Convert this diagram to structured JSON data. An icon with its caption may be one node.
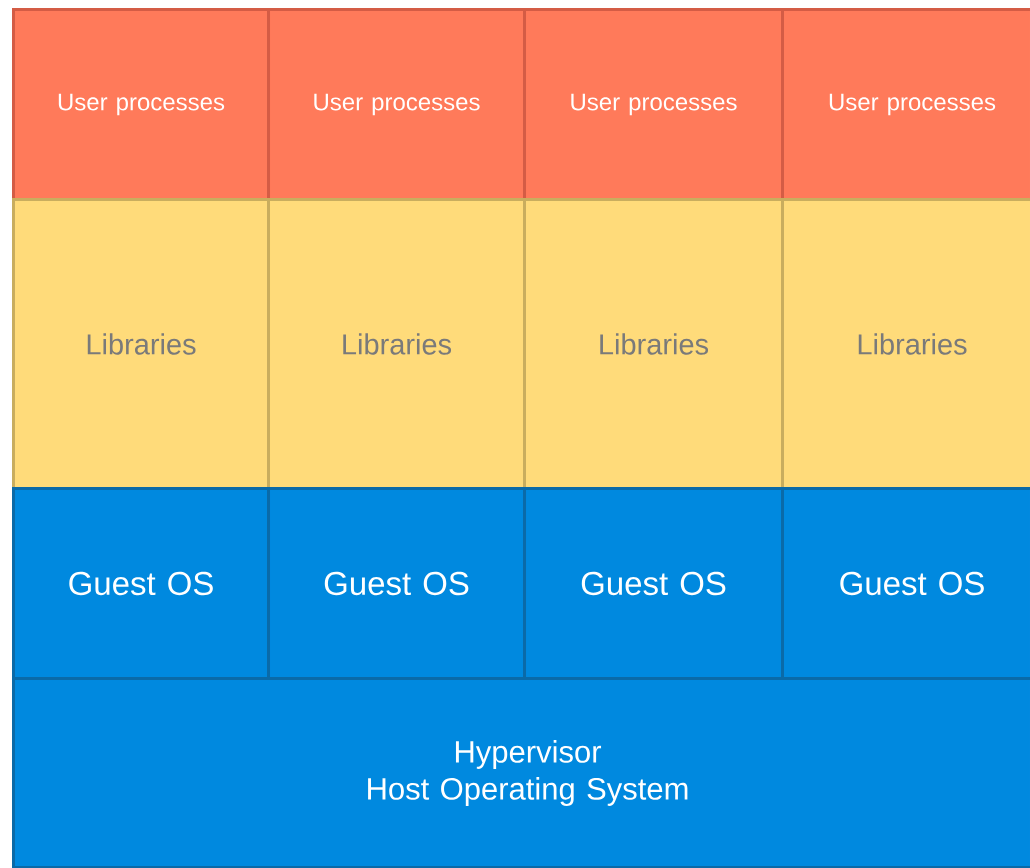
{
  "diagram": {
    "nodes": [
      {
        "text": [
          "User processes"
        ]
      },
      {
        "text": [
          "User processes"
        ]
      },
      {
        "text": [
          "User processes"
        ]
      },
      {
        "text": [
          "User processes"
        ]
      },
      {
        "text": [
          "Libraries"
        ]
      },
      {
        "text": [
          "Libraries"
        ]
      },
      {
        "text": [
          "Libraries"
        ]
      },
      {
        "text": [
          "Libraries"
        ]
      },
      {
        "text": [
          "Guest OS"
        ]
      },
      {
        "text": [
          "Guest OS"
        ]
      },
      {
        "text": [
          "Guest OS"
        ]
      },
      {
        "text": [
          "Guest OS"
        ]
      },
      {
        "text": [
          "Hypervisor",
          "Host Operating System"
        ]
      }
    ]
  }
}
